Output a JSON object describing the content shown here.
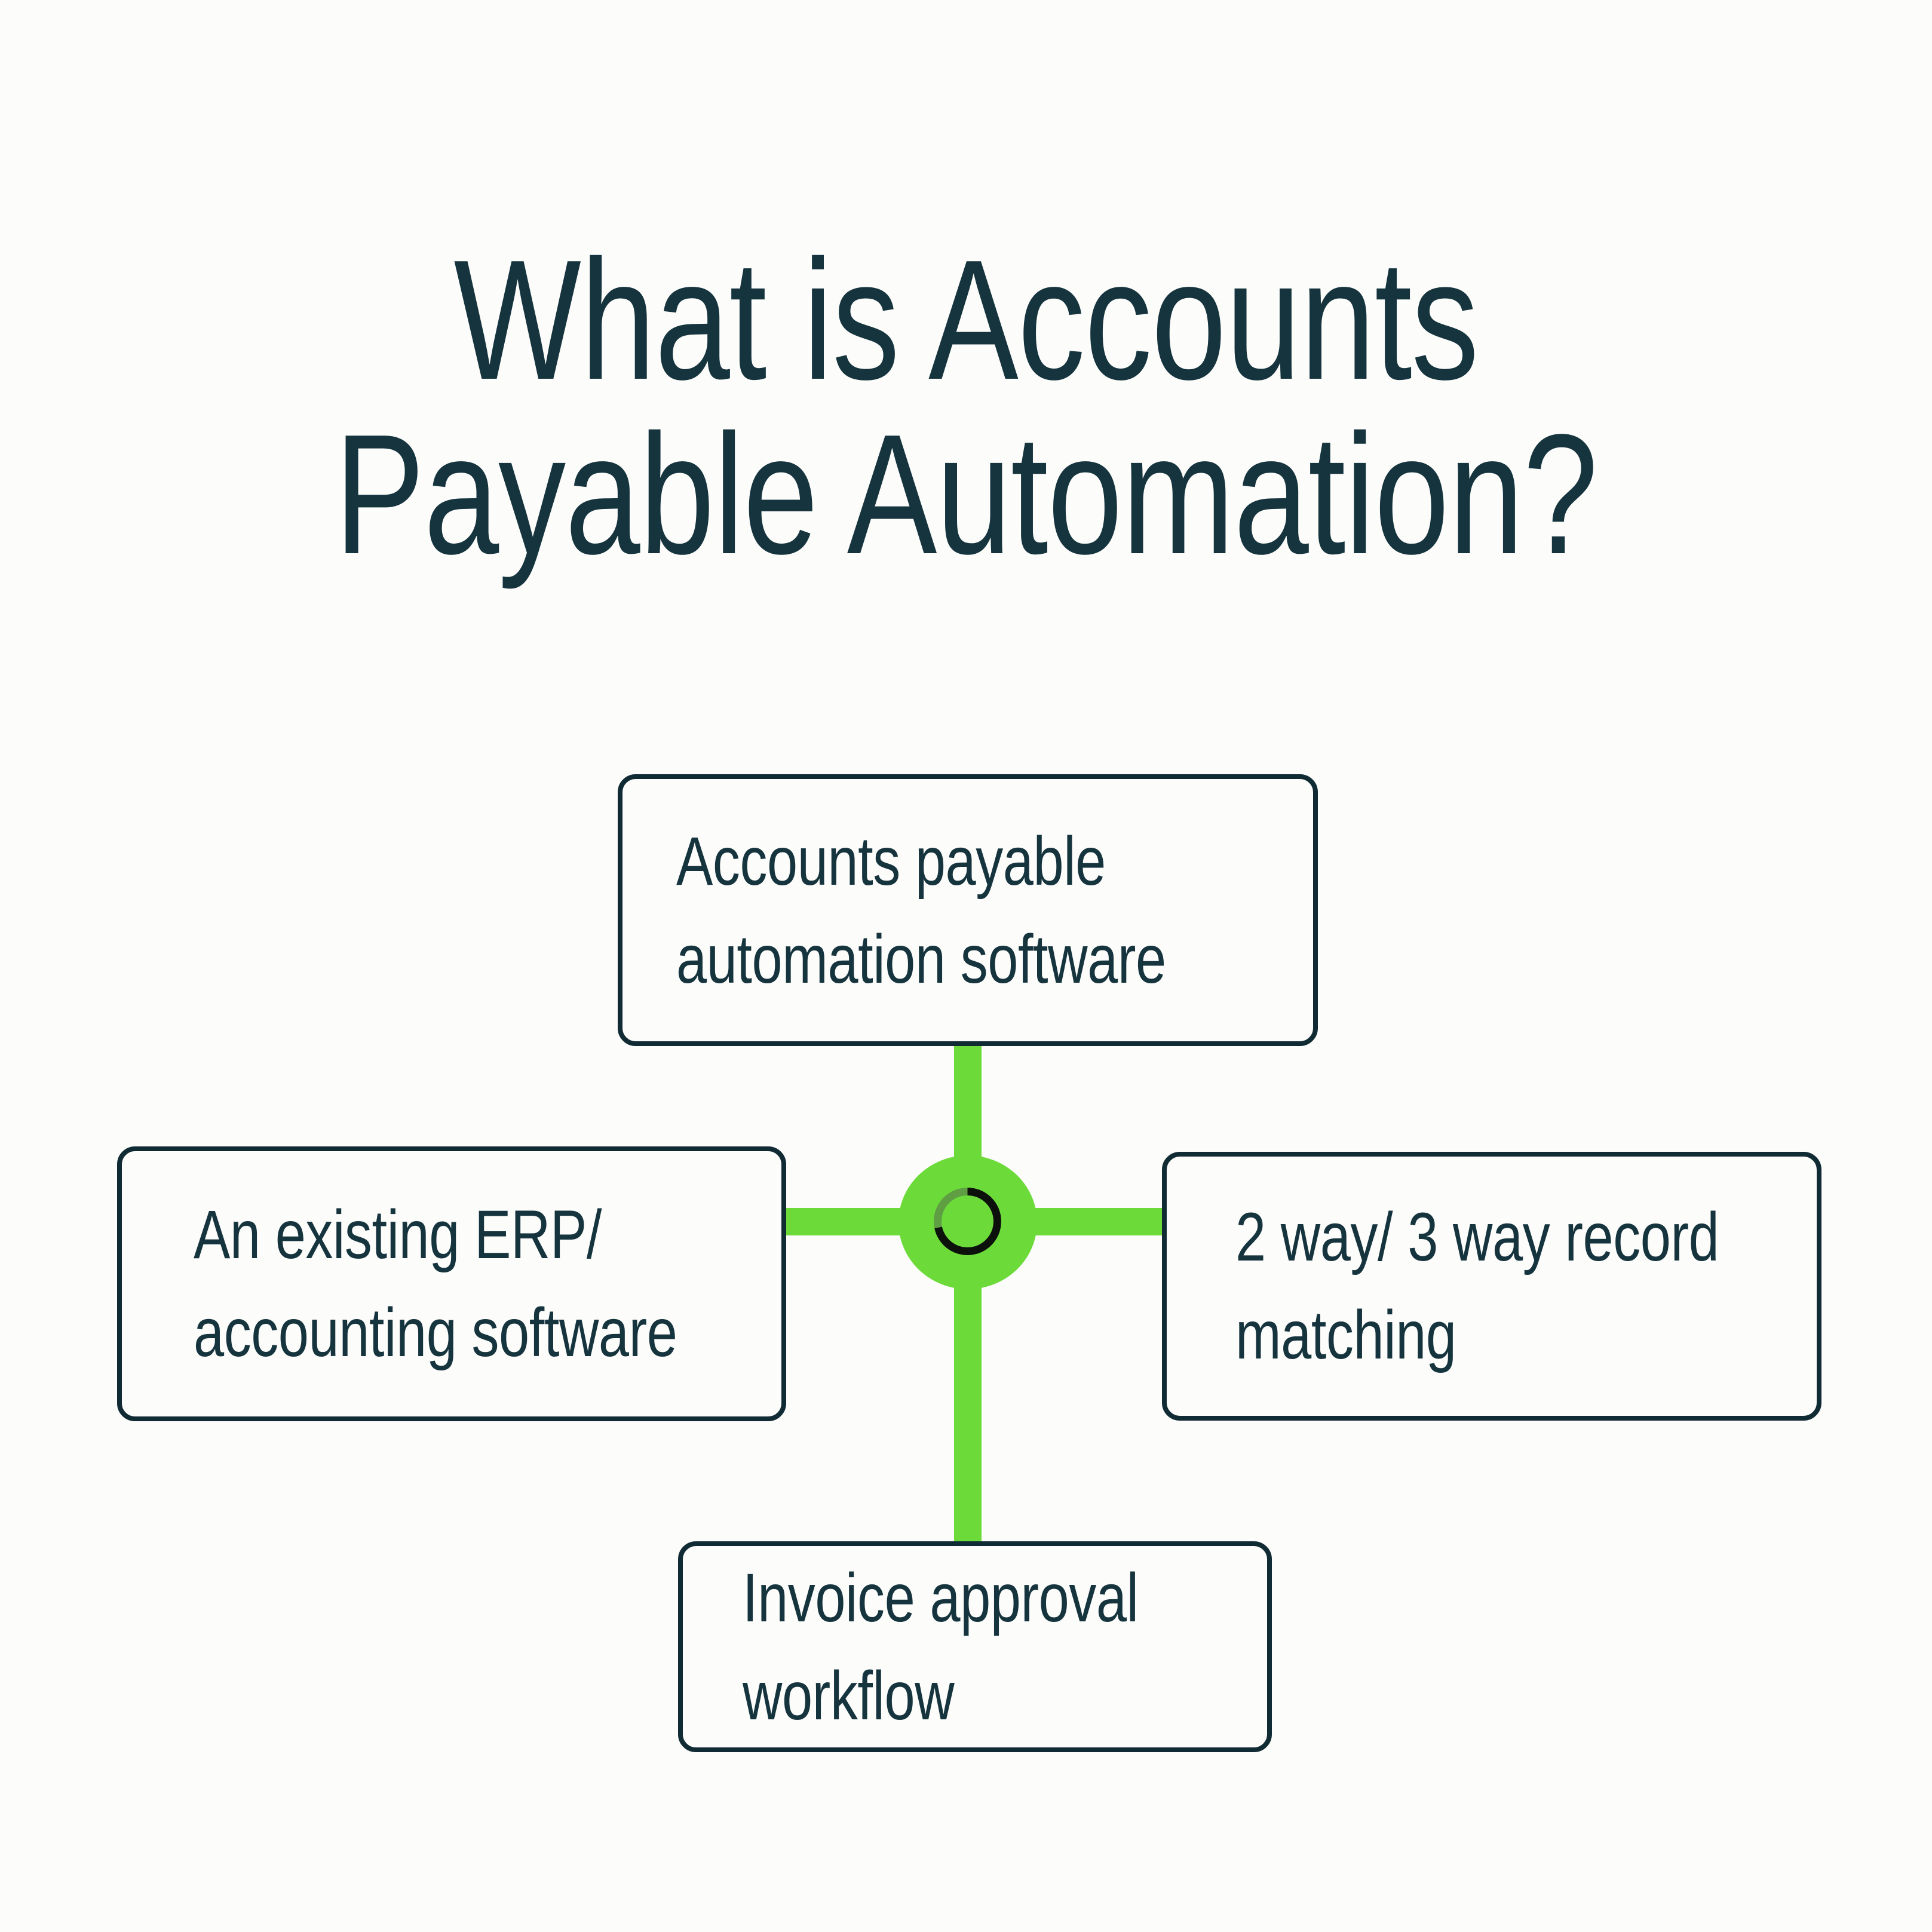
{
  "colors": {
    "background": "#fcfcfa",
    "ink": "#16343e",
    "border": "#112b34",
    "green": "#6cdb3a",
    "ring_black": "#0c110c",
    "ring_green": "#5f9e43"
  },
  "title": {
    "line1": "What is Accounts",
    "line2": "Payable Automation?"
  },
  "diagram": {
    "hub": {
      "icon": "ring-icon"
    },
    "nodes": [
      {
        "id": "top",
        "lines": [
          "Accounts payable",
          "automation software"
        ]
      },
      {
        "id": "left",
        "lines": [
          "An existing ERP/",
          "accounting software"
        ]
      },
      {
        "id": "right",
        "lines": [
          "2 way/ 3 way record",
          "matching"
        ]
      },
      {
        "id": "bottom",
        "lines": [
          "Invoice approval",
          "workflow"
        ]
      }
    ]
  }
}
